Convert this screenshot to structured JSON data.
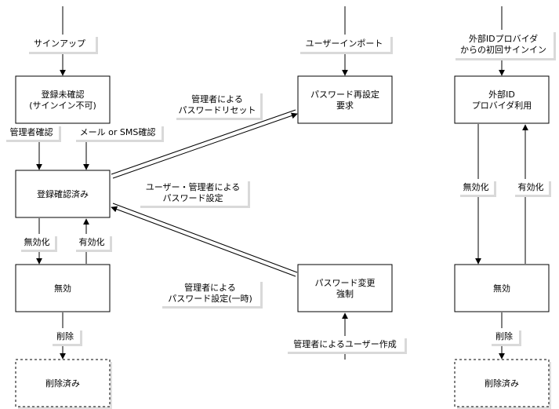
{
  "states": {
    "unconfirmed": [
      "登録未確認",
      "(サインイン不可)"
    ],
    "confirmed": [
      "登録確認済み"
    ],
    "disabled_left": [
      "無効"
    ],
    "deleted_left": [
      "削除済み"
    ],
    "reset_required": [
      "パスワード再設定",
      "要求"
    ],
    "force_change": [
      "パスワード変更",
      "強制"
    ],
    "external": [
      "外部ID",
      "プロバイダ利用"
    ],
    "disabled_right": [
      "無効"
    ],
    "deleted_right": [
      "削除済み"
    ]
  },
  "labels": {
    "signup": [
      "サインアップ"
    ],
    "user_import": [
      "ユーザーインポート"
    ],
    "external_first": [
      "外部IDプロバイダ",
      "からの初回サインイン"
    ],
    "admin_confirm": [
      "管理者確認"
    ],
    "mail_sms_confirm": [
      "メール or SMS確認"
    ],
    "disable_left": [
      "無効化"
    ],
    "enable_left": [
      "有効化"
    ],
    "delete_left": [
      "削除"
    ],
    "admin_reset": [
      "管理者による",
      "パスワードリセット"
    ],
    "user_admin_set": [
      "ユーザー・管理者による",
      "パスワード設定"
    ],
    "admin_temp_set": [
      "管理者による",
      "パスワード設定(一時)"
    ],
    "admin_create": [
      "管理者によるユーザー作成"
    ],
    "disable_right": [
      "無効化"
    ],
    "enable_right": [
      "有効化"
    ],
    "delete_right": [
      "削除"
    ]
  },
  "colors": {
    "box_fill": "#ffffff",
    "stroke": "#000000",
    "label_shadow": "#d9d9d9",
    "dashed_shadow": "#e0e0e0"
  }
}
